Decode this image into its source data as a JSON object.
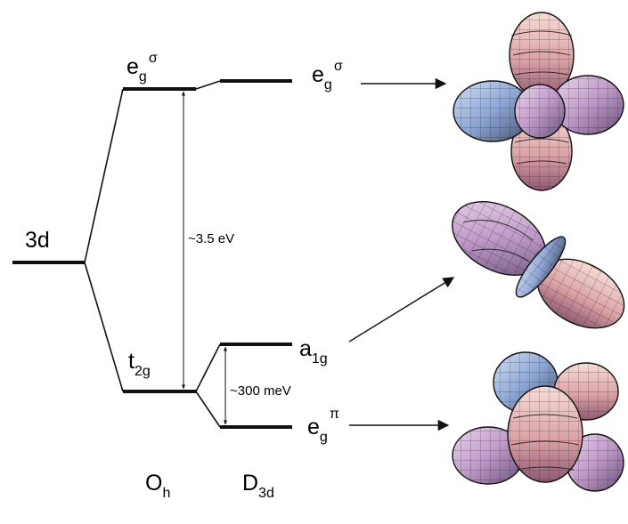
{
  "levels": {
    "three_d": "3d",
    "eg_sigma_oh": {
      "base": "e",
      "sub": "g",
      "sup": "σ"
    },
    "t2g": {
      "base": "t",
      "sub": "2g"
    },
    "eg_sigma_d3d": {
      "base": "e",
      "sub": "g",
      "sup": "σ"
    },
    "a1g": {
      "base": "a",
      "sub": "1g"
    },
    "eg_pi": {
      "base": "e",
      "sub": "g",
      "sup": "π"
    }
  },
  "gaps": {
    "large": "~3.5 eV",
    "small": "~300 meV"
  },
  "symmetries": {
    "oh": {
      "base": "O",
      "sub": "h"
    },
    "d3d": {
      "base": "D",
      "sub": "3d"
    }
  },
  "orbitals": [
    {
      "name": "eg-sigma-orbital",
      "level": "eg_sigma_d3d"
    },
    {
      "name": "a1g-orbital",
      "level": "a1g"
    },
    {
      "name": "eg-pi-orbital",
      "level": "eg_pi"
    }
  ],
  "colors": {
    "line": "#111111",
    "orbital_warm": "#e8b4b0",
    "orbital_cool": "#9fb4dc",
    "orbital_violet": "#b79ac6"
  }
}
